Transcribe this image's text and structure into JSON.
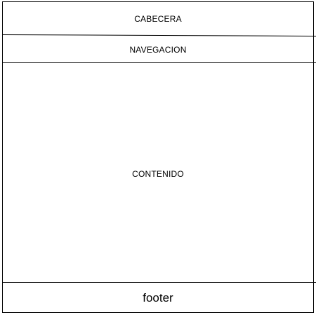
{
  "wireframe": {
    "header_label": "CABECERA",
    "nav_label": "NAVEGACION",
    "content_label": "CONTENIDO",
    "footer_label": "footer"
  }
}
